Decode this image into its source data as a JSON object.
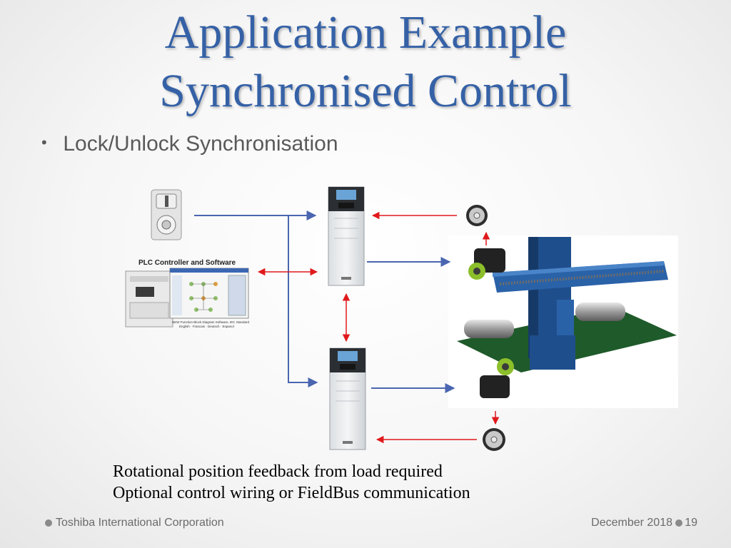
{
  "slide": {
    "title_line1": "Application Example",
    "title_line2": "Synchronised Control",
    "bullet": "Lock/Unlock Synchronisation",
    "notes": [
      "Rotational position feedback from load required",
      "Optional control wiring or FieldBus communication"
    ],
    "footer": {
      "company": "Toshiba International Corporation",
      "date": "December  2018",
      "page": "19"
    }
  },
  "diagram": {
    "plc_label": "PLC Controller and Software",
    "plc_caption_line1": "NEW Function Block Diagram Software, IEC Standard",
    "plc_caption_line2": "English · Francais · Deutsch · Espanol",
    "colors": {
      "title": "#3561a6",
      "blue_arrow": "#4a66b0",
      "red_arrow": "#e0191c",
      "machine_blue": "#1f4e8c",
      "belt_green": "#1f5a2a"
    }
  }
}
